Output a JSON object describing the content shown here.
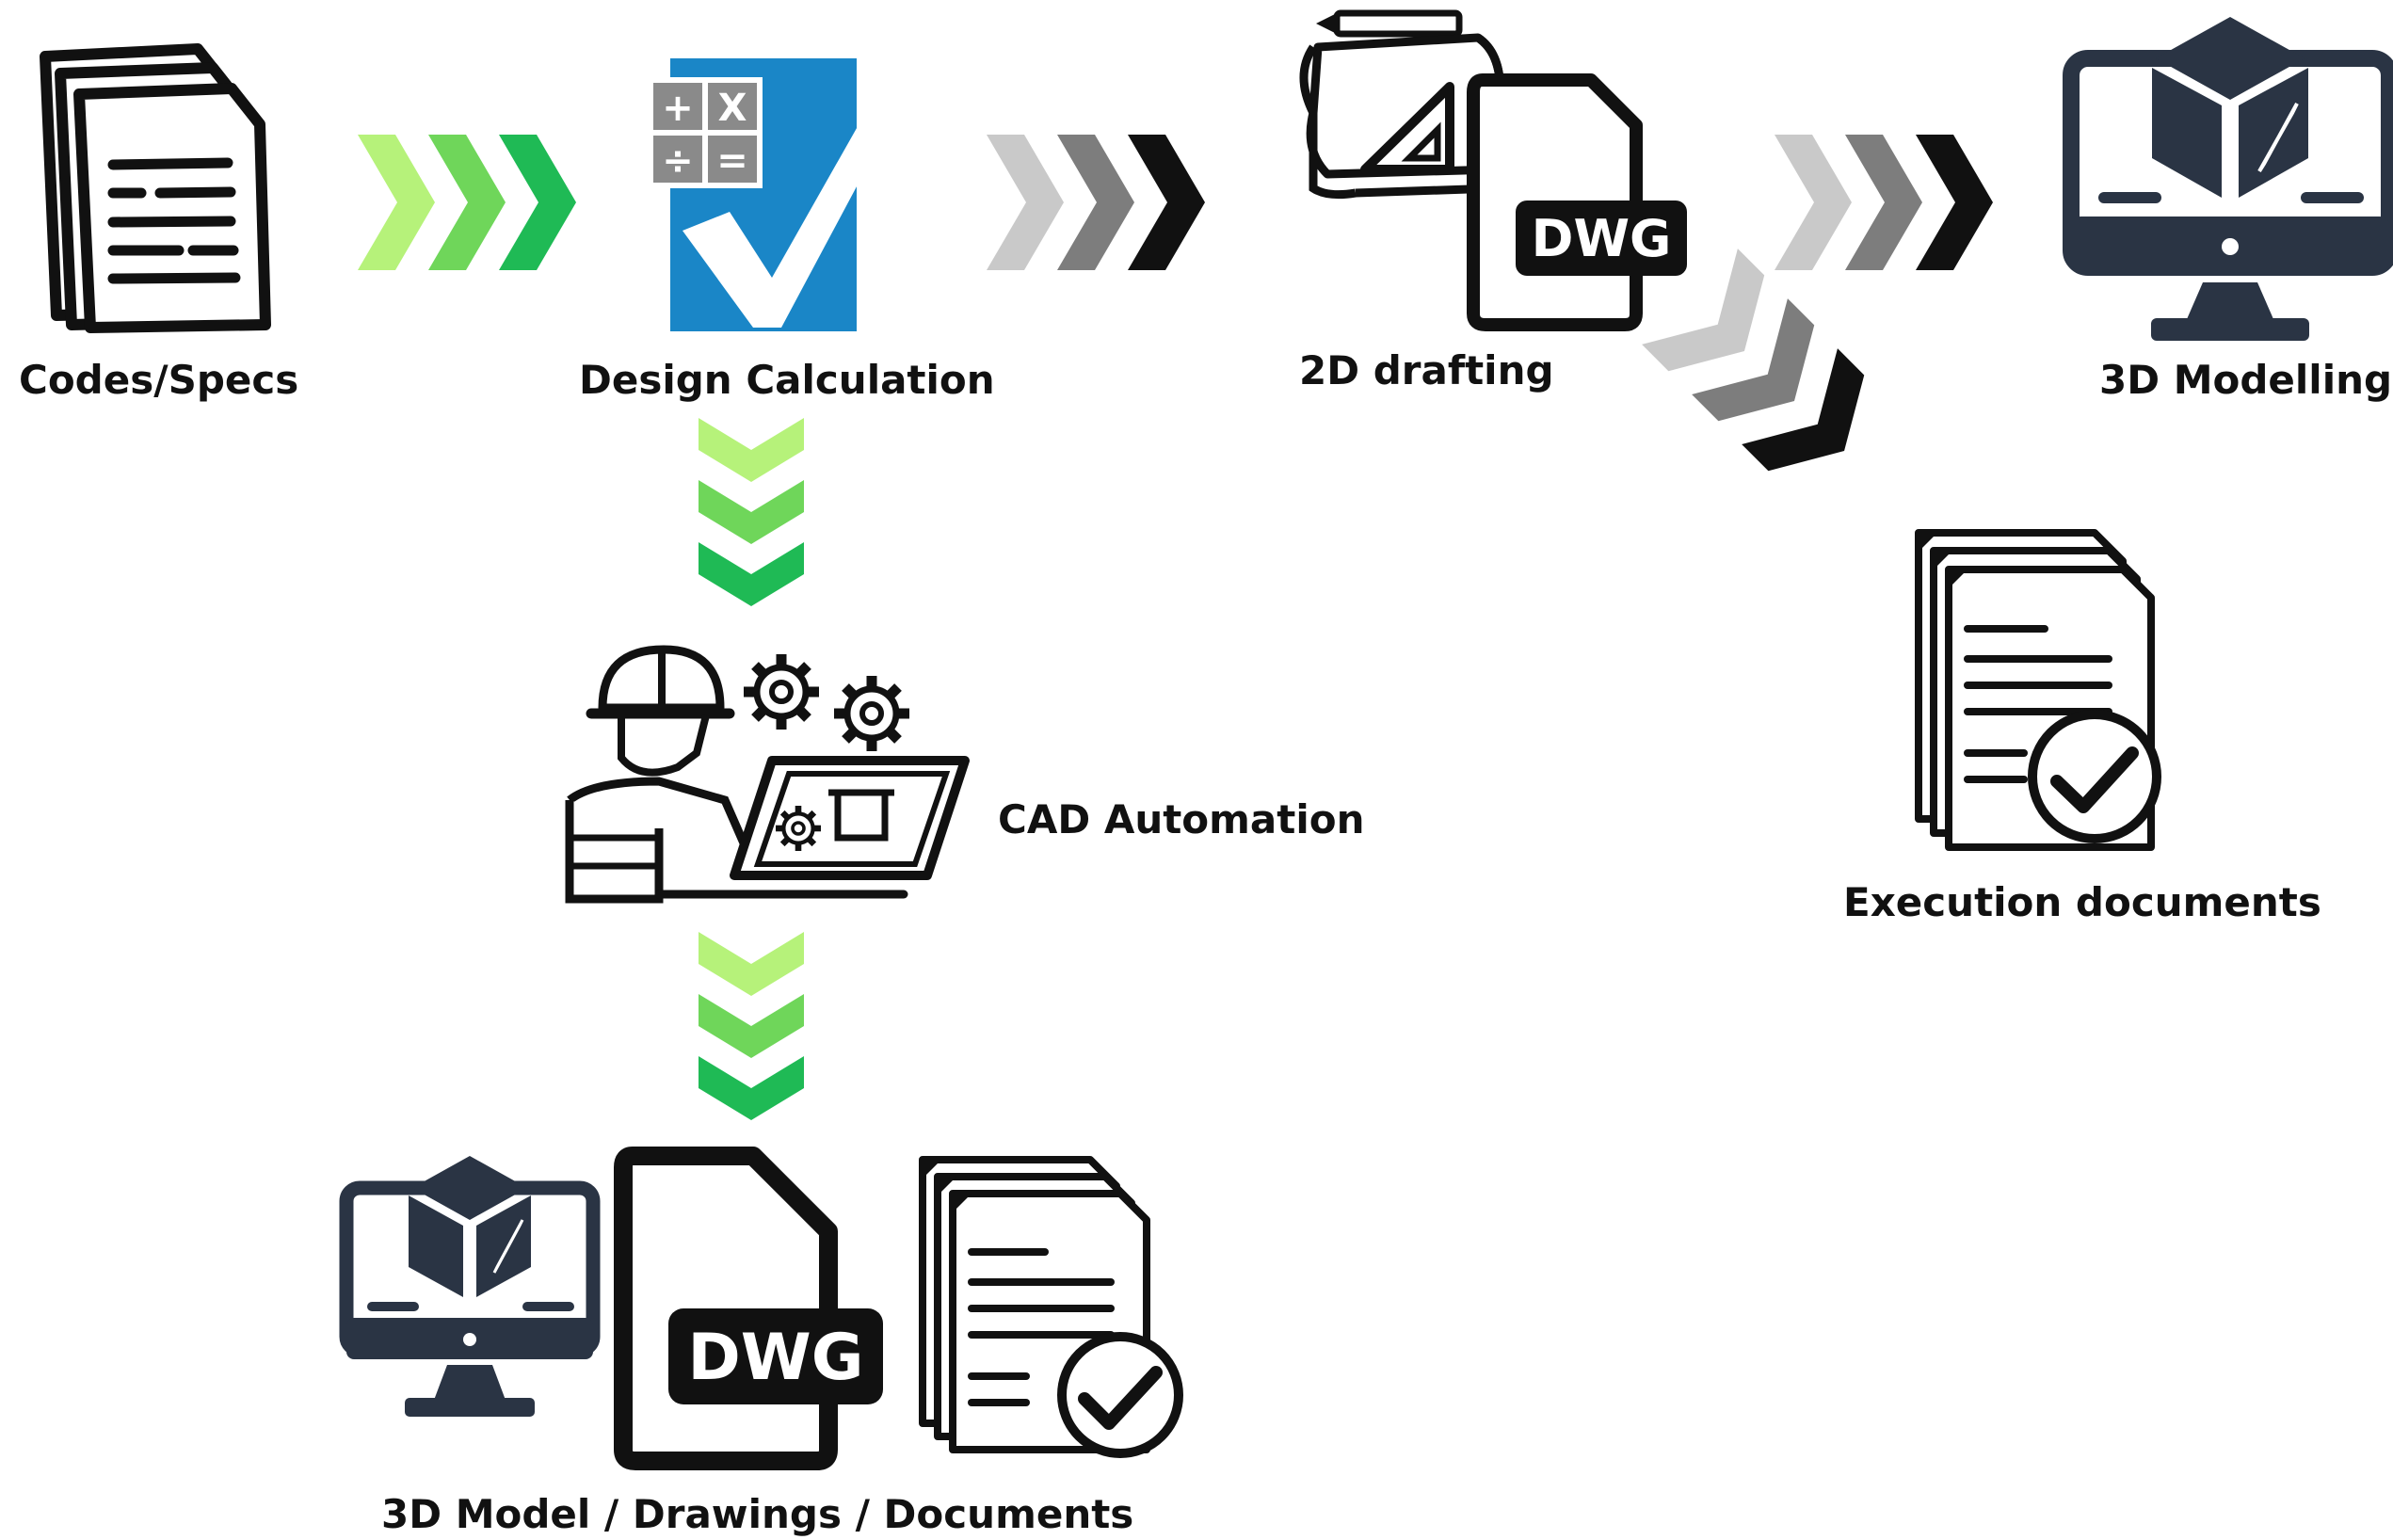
{
  "steps": {
    "codes_specs": "Codes/Specs",
    "design_calculation": "Design Calculation",
    "drafting_2d": "2D drafting",
    "modelling_3d": "3D Modelling",
    "cad_automation": "CAD Automation",
    "execution_documents": "Execution documents",
    "outputs": "3D Model / Drawings / Documents"
  },
  "badges": {
    "dwg": "DWG"
  },
  "calculator_keys": [
    "+",
    "X",
    "÷",
    "="
  ],
  "icons": {
    "codes_specs": "documents-stack-icon",
    "design_calculation": "calculator-checkmark-icon",
    "drafting_2d": "blueprint-dwg-icon",
    "modelling_3d": "monitor-cube-icon",
    "cad_automation": "engineer-computer-icon",
    "execution_documents": "approved-documents-icon"
  },
  "colors": {
    "green_light": "#b6f27a",
    "green_mid": "#6fd65a",
    "green_dark": "#1fba55",
    "gray_light": "#c9c9c9",
    "gray_mid": "#7d7d7d",
    "black": "#111111",
    "calc_blue": "#1a86c7",
    "monitor_navy": "#2a3444"
  }
}
